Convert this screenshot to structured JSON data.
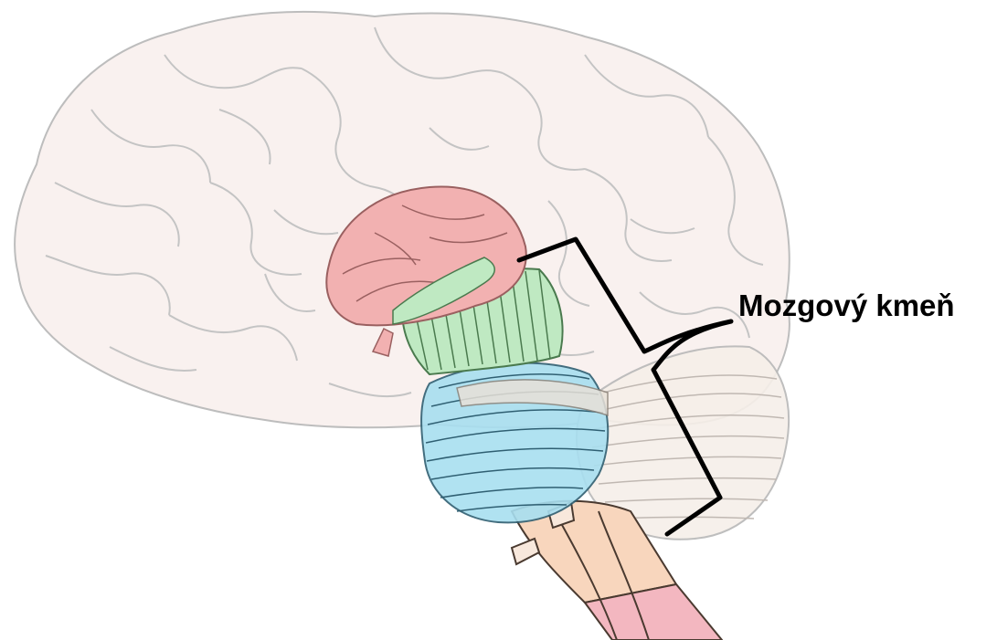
{
  "diagram": {
    "label": "Mozgový kmeň",
    "structures": [
      {
        "name": "cerebrum",
        "color": "#f9f1ef",
        "outline": "#bdbdbd"
      },
      {
        "name": "midbrain",
        "color": "#f2b1b1",
        "outline": "#9a6060"
      },
      {
        "name": "pons",
        "color": "#bfe9c2",
        "outline": "#4a7a4e"
      },
      {
        "name": "medulla",
        "color": "#a8dff0",
        "outline": "#2f5f72"
      },
      {
        "name": "spinal-cord-upper",
        "color": "#f8d6bd",
        "outline": "#4a3a30"
      },
      {
        "name": "spinal-cord-lower",
        "color": "#f3b7c0",
        "outline": "#4a3a30"
      },
      {
        "name": "cerebellum",
        "color": "#f6efe9",
        "outline": "#b8b8b8"
      }
    ],
    "bracket_color": "#000000"
  }
}
